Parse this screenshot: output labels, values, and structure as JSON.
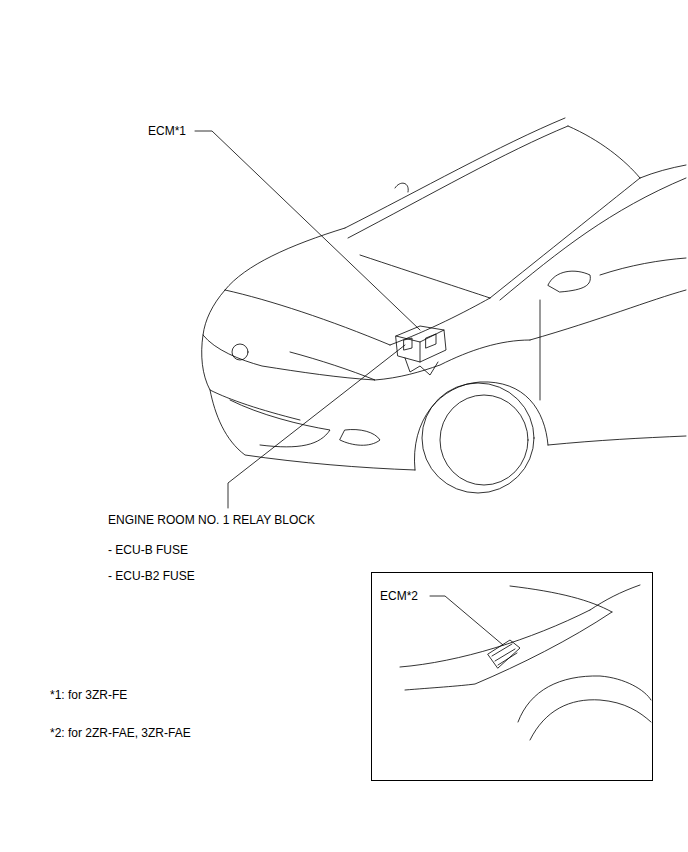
{
  "diagram": {
    "nodes": [
      {
        "text": [
          "ECM*2"
        ]
      }
    ],
    "labels": [
      "ECM*1",
      "ENGINE ROOM NO. 1 RELAY BLOCK",
      "- ECU-B FUSE",
      "- ECU-B2 FUSE",
      "*1: for 3ZR-FE",
      "*2: for 2ZR-FAE, 3ZR-FAE"
    ]
  }
}
